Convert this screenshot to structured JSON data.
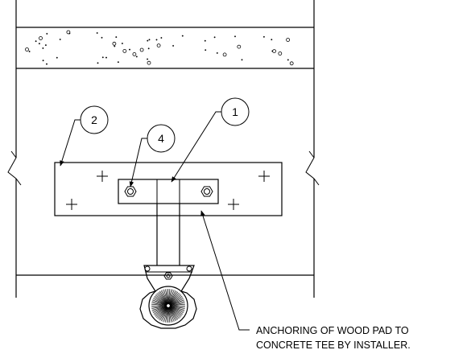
{
  "callouts": {
    "c1": "1",
    "c2": "2",
    "c4": "4"
  },
  "note": {
    "line1": "ANCHORING OF WOOD PAD TO",
    "line2": "CONCRETE TEE BY INSTALLER."
  }
}
